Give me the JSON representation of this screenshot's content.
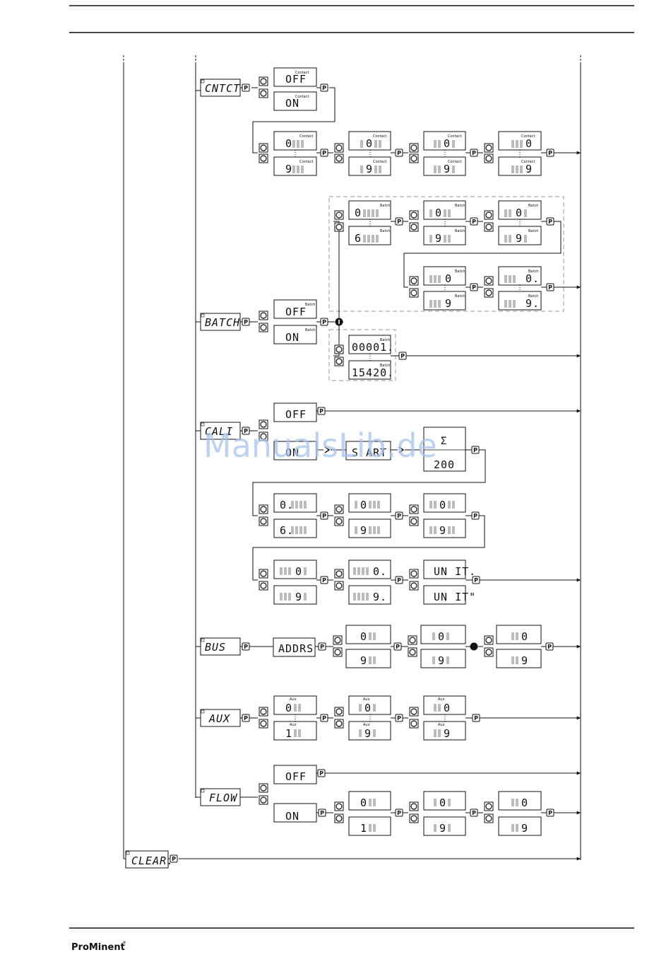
{
  "menus": {
    "cntct": "CNTCT",
    "batch": "BATCH",
    "cali": "CALI",
    "bus": "BUS",
    "aux": "AUX",
    "flow": "FLOW",
    "clear": "CLEAR."
  },
  "lcd": {
    "off": "OFF",
    "on": "ON",
    "d0": "0",
    "d1": "1",
    "d6": "6",
    "d9": "9",
    "dot0": "0.",
    "dot6": "6.",
    "dot9": "9.",
    "batch_n1": "00001.",
    "batch_n2": "15420.",
    "cal_start": "S ART",
    "cal_value": "200",
    "unit1": "UN IT.",
    "unit2": "UN IT\"",
    "addrs": "ADDRS"
  },
  "small": {
    "contact": "Contact",
    "batch": "Batch",
    "aux": "Aux"
  },
  "keys": {
    "p": "P"
  },
  "watermark": "ManualsLib.de",
  "brand": "ProMinent"
}
